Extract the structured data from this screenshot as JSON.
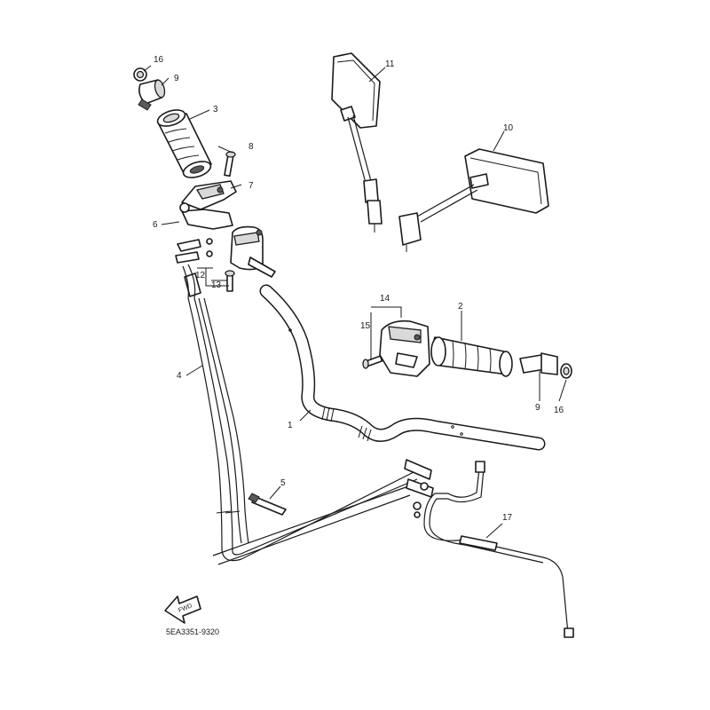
{
  "diagram_code": "5EA3351-9320",
  "fwd_label": "FWD",
  "callouts": {
    "c1": "1",
    "c2": "2",
    "c3": "3",
    "c4": "4",
    "c5": "5",
    "c6": "6",
    "c7": "7",
    "c8": "8",
    "c9_top": "9",
    "c9_right": "9",
    "c10": "10",
    "c11": "11",
    "c12": "12",
    "c13": "13",
    "c14": "14",
    "c15": "15",
    "c16_top": "16",
    "c16_right": "16",
    "c17": "17"
  }
}
